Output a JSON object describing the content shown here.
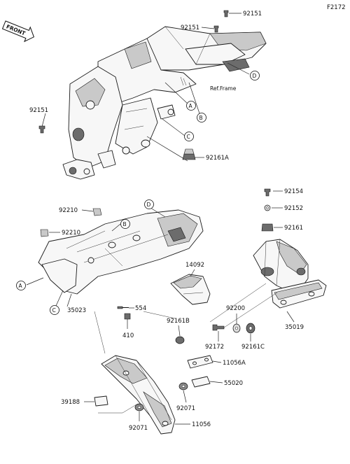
{
  "figure_code": "F2172",
  "direction": "FRONT",
  "ref_frame": "Ref.Frame",
  "callouts": {
    "a": "A",
    "b": "B",
    "c": "C",
    "d": "D"
  },
  "parts": {
    "p92151_top": "92151",
    "p92151_mid": "92151",
    "p92151_left": "92151",
    "p92161A": "92161A",
    "p92154": "92154",
    "p92152": "92152",
    "p92161": "92161",
    "p92210_top": "92210",
    "p92210_left": "92210",
    "p35023": "35023",
    "p14092": "14092",
    "p554": "554",
    "p410": "410",
    "p92161B": "92161B",
    "p92200": "92200",
    "p92172": "92172",
    "p92161C": "92161C",
    "p35019": "35019",
    "p11056A": "11056A",
    "p55020": "55020",
    "p39188": "39188",
    "p92071_right": "92071",
    "p92071_bottom": "92071",
    "p11056": "11056"
  }
}
